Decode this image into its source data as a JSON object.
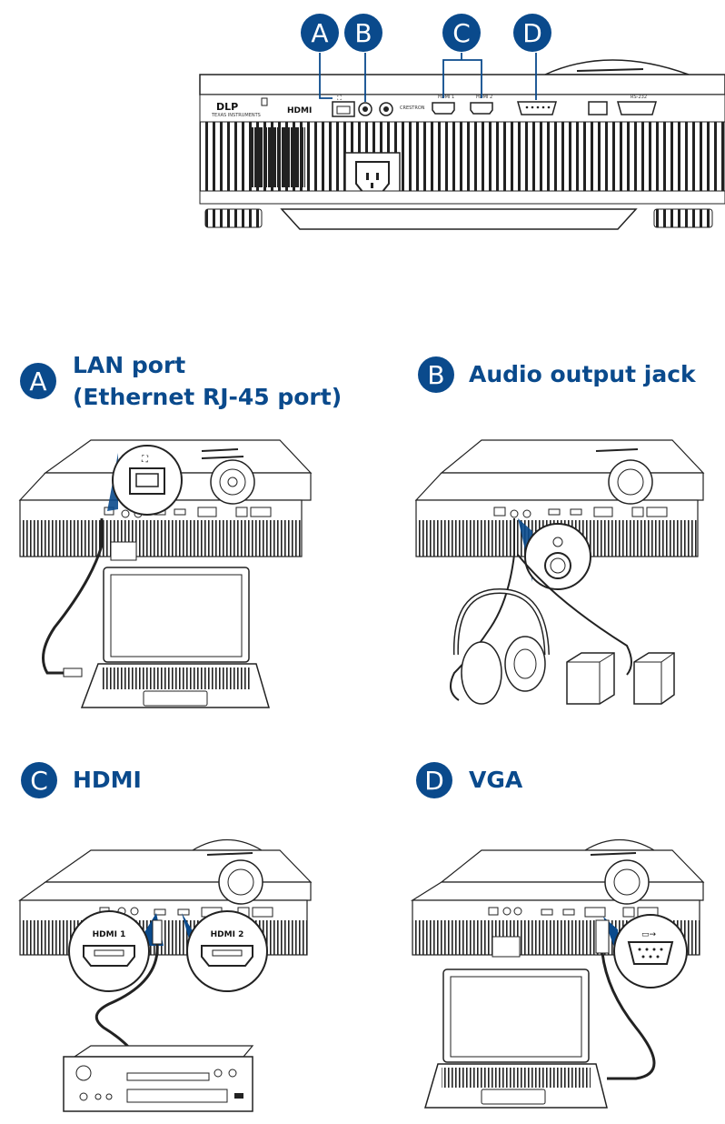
{
  "colors": {
    "accent": "#0a4a8c",
    "line": "#222222",
    "body_fill": "#ffffff"
  },
  "top_badges": [
    "A",
    "B",
    "C",
    "D"
  ],
  "rear_panel": {
    "dlp_label": "DLP",
    "dlp_sub": "TEXAS INSTRUMENTS",
    "hdmi_logo": "HDMI",
    "hdmi1_label": "HDMI 1",
    "hdmi2_label": "HDMI 2",
    "rs232_label": "RS-232",
    "crestron_label": "CRESTRON"
  },
  "sections": {
    "a": {
      "letter": "A",
      "title_line1": "LAN port",
      "title_line2": "(Ethernet RJ-45 port)"
    },
    "b": {
      "letter": "B",
      "title": "Audio output jack"
    },
    "c": {
      "letter": "C",
      "title": "HDMI",
      "zoom_left_label": "HDMI 1",
      "zoom_right_label": "HDMI 2"
    },
    "d": {
      "letter": "D",
      "title": "VGA"
    }
  }
}
